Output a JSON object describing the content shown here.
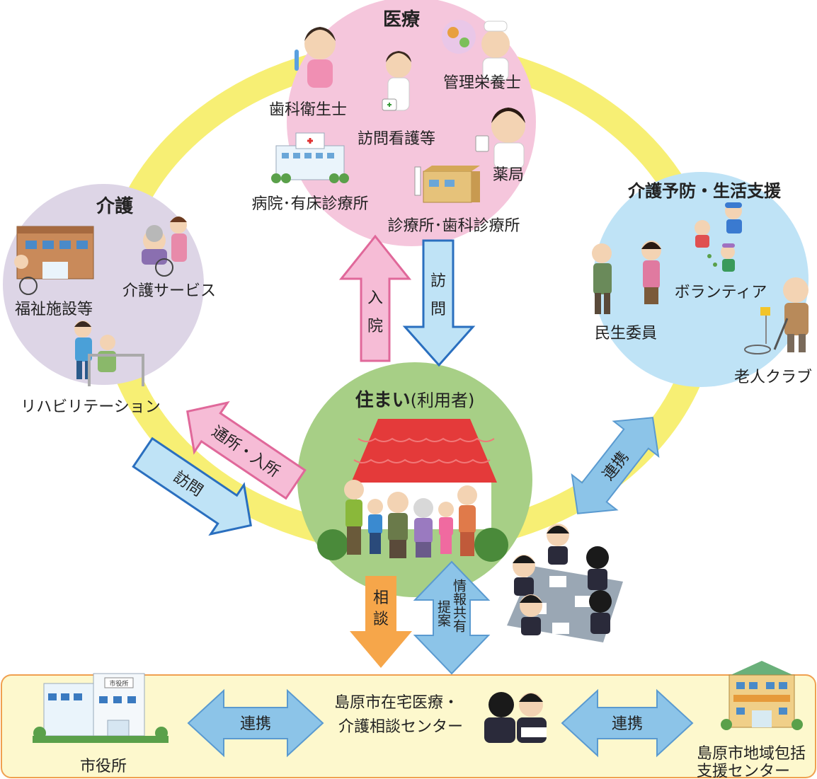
{
  "medical": {
    "title": "医療",
    "dental_hygienist": "歯科衛生士",
    "dietitian": "管理栄養士",
    "home_nursing": "訪問看護等",
    "pharmacy": "薬局",
    "hospital": "病院･有床診療所",
    "clinic": "診療所･歯科診療所"
  },
  "care": {
    "title": "介護",
    "facility": "福祉施設等",
    "service": "介護サービス",
    "rehab": "リハビリテーション"
  },
  "prevention": {
    "title": "介護予防・生活支援",
    "commissioner": "民生委員",
    "volunteer": "ボランティア",
    "elder_club": "老人クラブ"
  },
  "home": {
    "title": "住まい",
    "subtitle": "(利用者)"
  },
  "arrows": {
    "admission": [
      "入",
      "院"
    ],
    "visit_top": [
      "訪",
      "問"
    ],
    "daycare": "通所・入所",
    "visit_left": "訪問",
    "collab_right": "連携",
    "consult": [
      "相",
      "談"
    ],
    "info_share": [
      "情報共有",
      "提案"
    ]
  },
  "bottom": {
    "city_hall": "市役所",
    "city_hall_sign": "市役所",
    "collab_left": "連携",
    "center_line1": "島原市在宅医療・",
    "center_line2": "介護相談センター",
    "collab_right": "連携",
    "support_line1": "島原市地域包括",
    "support_line2": "支援センター"
  },
  "colors": {
    "ring": "#f7ef74",
    "medical": "#f5c6dc",
    "care": "#ddd5e6",
    "prevention": "#bfe3f6",
    "home": "#a7cf86",
    "bottom_band": "#fdf8cd",
    "bottom_border": "#f0a050",
    "arrow_pink": "#f6bcd6",
    "arrow_pink_stroke": "#e0689a",
    "arrow_blue": "#bfe3f6",
    "arrow_blue_stroke": "#2a6fbf",
    "arrow_lightblue": "#8cc4e8",
    "arrow_orange": "#f6a64a"
  }
}
